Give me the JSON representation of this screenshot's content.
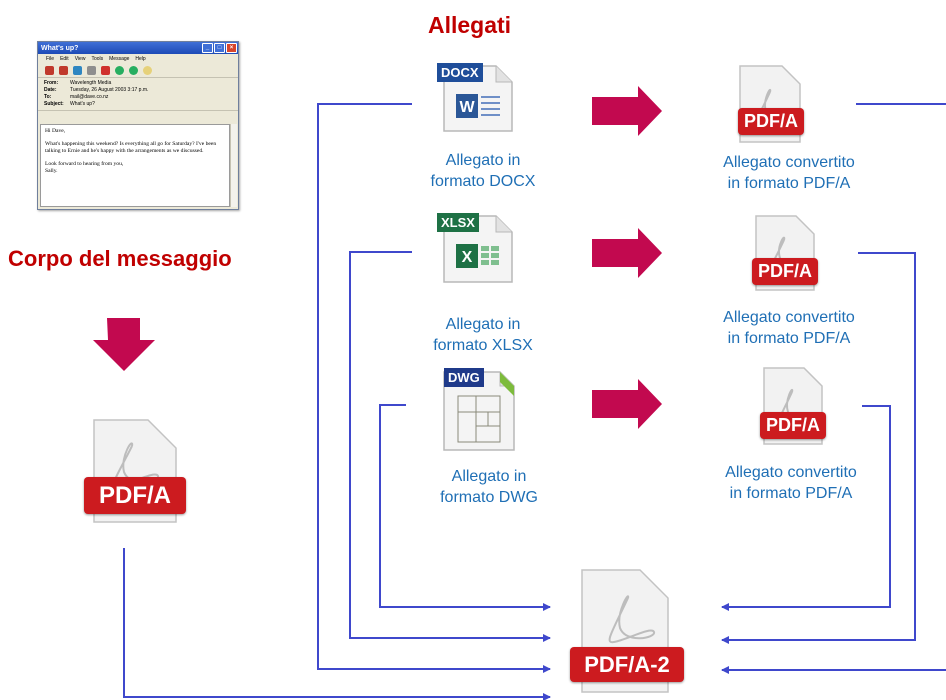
{
  "title": "Allegati",
  "email": {
    "window_title": "What's up?",
    "menu": [
      "File",
      "Edit",
      "View",
      "Tools",
      "Message",
      "Help"
    ],
    "fields": [
      {
        "label": "From:",
        "value": "Wavelength Media"
      },
      {
        "label": "Date:",
        "value": "Tuesday, 26 August 2003 3:17 p.m."
      },
      {
        "label": "To:",
        "value": "mail@dave.co.nz"
      },
      {
        "label": "Subject:",
        "value": "What's up?"
      }
    ],
    "greeting": "Hi Dave,",
    "paragraph1": "What's happening this weekend? Is everything all go for Saturday? I've been talking to Ernie and he's happy with the arrangements as we discussed.",
    "paragraph2": "Look forward to hearing from you,",
    "signoff": "Sally."
  },
  "body_label": "Corpo del messaggio",
  "body_pdf_label": "PDF/A",
  "attachments": [
    {
      "tag": "DOCX",
      "tag_color": "#1f4e9a",
      "caption_line1": "Allegato in",
      "caption_line2": "formato DOCX",
      "pdf_label": "PDF/A",
      "converted_line1": "Allegato convertito",
      "converted_line2": "in formato PDF/A"
    },
    {
      "tag": "XLSX",
      "tag_color": "#1e7145",
      "caption_line1": "Allegato in",
      "caption_line2": "formato XLSX",
      "pdf_label": "PDF/A",
      "converted_line1": "Allegato convertito",
      "converted_line2": "in formato PDF/A"
    },
    {
      "tag": "DWG",
      "tag_color": "#1f3a8a",
      "caption_line1": "Allegato in",
      "caption_line2": "formato DWG",
      "pdf_label": "PDF/A",
      "converted_line1": "Allegato convertito",
      "converted_line2": "in formato PDF/A"
    }
  ],
  "final_label": "PDF/A-2",
  "colors": {
    "red": "#c00000",
    "arrow": "#c2094f",
    "line": "#3f48cc",
    "caption": "#1f6fb5"
  }
}
